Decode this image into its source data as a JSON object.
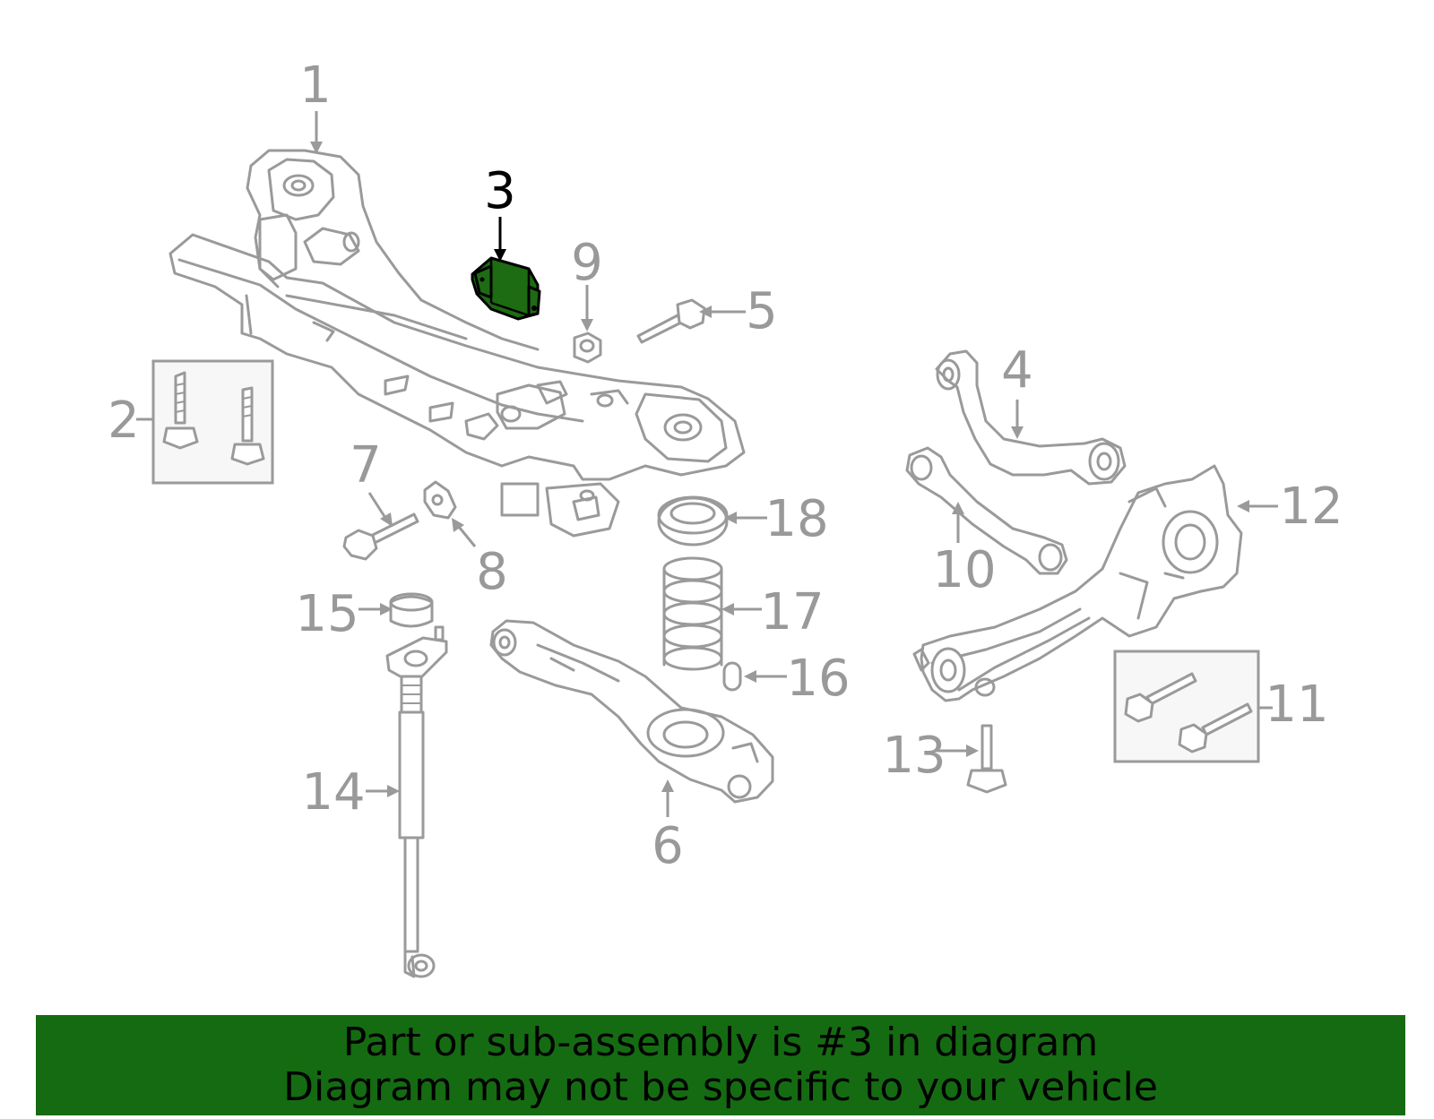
{
  "callouts": {
    "c1": "1",
    "c2": "2",
    "c3": "3",
    "c4": "4",
    "c5": "5",
    "c6": "6",
    "c7": "7",
    "c8": "8",
    "c9": "9",
    "c10": "10",
    "c11": "11",
    "c12": "12",
    "c13": "13",
    "c14": "14",
    "c15": "15",
    "c16": "16",
    "c17": "17",
    "c18": "18"
  },
  "highlighted_part": "3",
  "banner": {
    "line1": "Part or sub-assembly is #3 in diagram",
    "line2": "Diagram may not be specific to your vehicle"
  },
  "colors": {
    "banner_bg": "#156b12",
    "highlight_fill": "#1d6b12",
    "line_gray": "#9a9a9a",
    "callout_gray": "#999999",
    "active_text": "#000000"
  }
}
